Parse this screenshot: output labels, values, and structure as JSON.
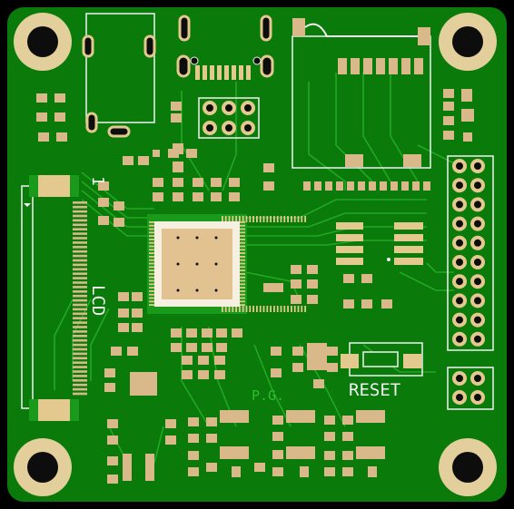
{
  "board": {
    "name": "PCB top layer render",
    "colors": {
      "background": "#000000",
      "solder_mask": "#0a7a0a",
      "mask_light": "#1a9a1a",
      "copper_trace": "#26b026",
      "pad_gold": "#e3c98e",
      "pad_tan": "#d9b98a",
      "silkscreen": "#f2f2f2",
      "hole": "#0d0d0d"
    }
  },
  "labels": {
    "lcd": "LCD",
    "pin_one": "1",
    "reset": "RESET",
    "initials": "P.G."
  },
  "icons": {
    "mounting_hole": "mounting-hole-icon",
    "pin_header": "pin-header-icon"
  }
}
